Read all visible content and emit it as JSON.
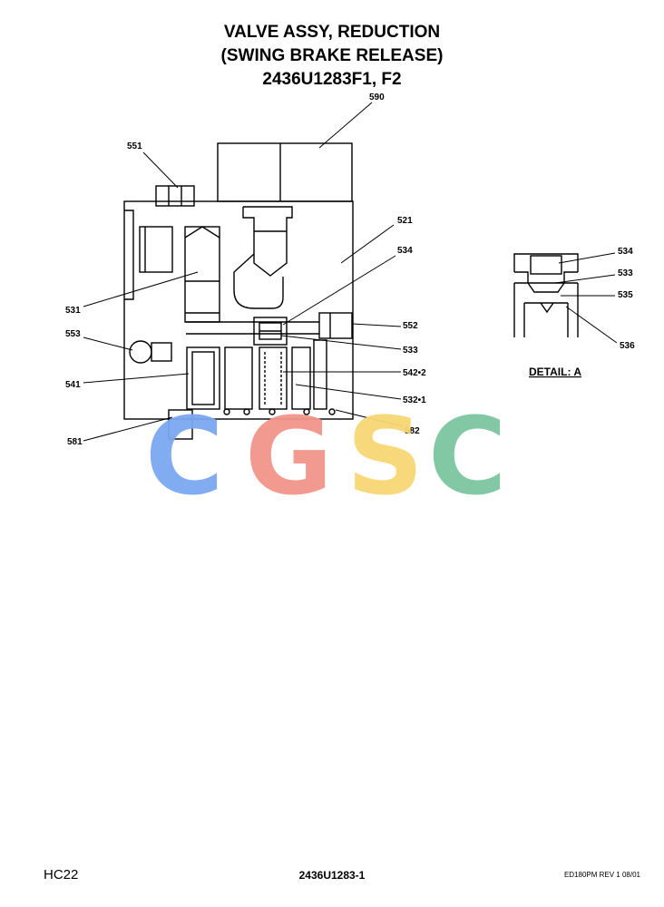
{
  "title": {
    "line1": "VALVE ASSY, REDUCTION",
    "line2": "(SWING BRAKE RELEASE)",
    "line3": "2436U1283F1, F2"
  },
  "callouts": {
    "c590": "590",
    "c551": "551",
    "c521": "521",
    "c534": "534",
    "c531": "531",
    "c552": "552",
    "c553": "553",
    "c533": "533",
    "c541": "541",
    "c542": "542•2",
    "c532": "532•1",
    "c582": "582",
    "c581": "581"
  },
  "detail": {
    "label": "DETAIL:  A",
    "c534": "534",
    "c533": "533",
    "c535": "535",
    "c536": "536"
  },
  "watermark": {
    "letters": [
      "C",
      "G",
      "S",
      "C"
    ],
    "colors": [
      "#7aa8f0",
      "#f2958a",
      "#f7d774",
      "#7cc5a0"
    ]
  },
  "footer": {
    "left": "HC22",
    "center": "2436U1283-1",
    "right": "ED180PM REV 1 08/01"
  }
}
